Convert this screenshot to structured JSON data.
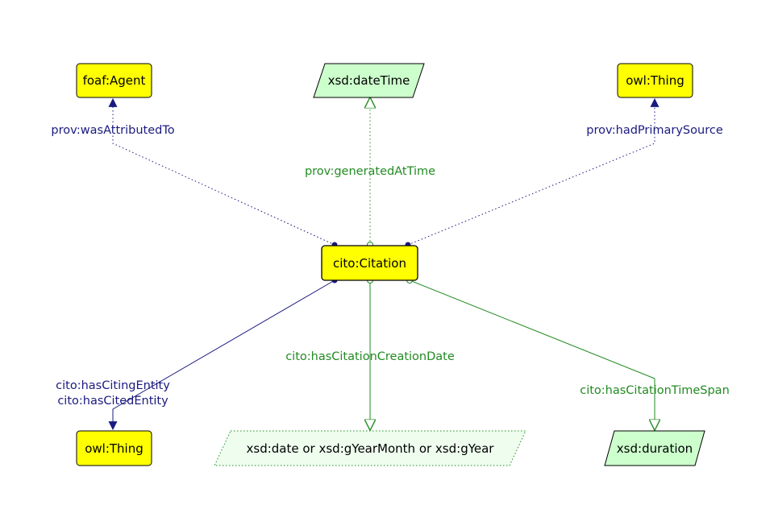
{
  "colors": {
    "object": "#1a1a80",
    "data": "#228b22",
    "class_fill": "#ffff00",
    "literal_fill": "#ccffcc",
    "literal_union_fill": "#eefdee"
  },
  "nodes": {
    "citation": "cito:Citation",
    "agent": "foaf:Agent",
    "datetime": "xsd:dateTime",
    "thing_top": "owl:Thing",
    "thing_bottom": "owl:Thing",
    "date_union": "xsd:date or xsd:gYearMonth or xsd:gYear",
    "duration": "xsd:duration"
  },
  "properties": {
    "was_attributed_to": "prov:wasAttributedTo",
    "generated_at_time": "prov:generatedAtTime",
    "had_primary_source": "prov:hadPrimarySource",
    "has_citing_entity": "cito:hasCitingEntity",
    "has_cited_entity": "cito:hasCitedEntity",
    "has_citation_creation_date": "cito:hasCitationCreationDate",
    "has_citation_time_span": "cito:hasCitationTimeSpan"
  }
}
